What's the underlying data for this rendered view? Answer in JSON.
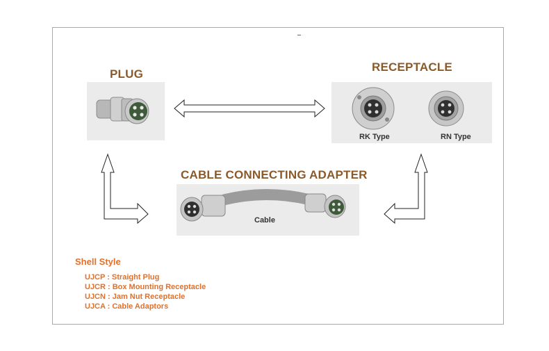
{
  "labels": {
    "plug": "PLUG",
    "receptacle": "RECEPTACLE",
    "adapter": "CABLE CONNECTING ADAPTER",
    "rk_type": "RK Type",
    "rn_type": "RN Type",
    "cable": "Cable"
  },
  "legend": {
    "title": "Shell Style",
    "items": [
      "UJCP : Straight Plug",
      "UJCR : Box Mounting Receptacle",
      "UJCN : Jam Nut Receptacle",
      "UJCA : Cable Adaptors"
    ]
  },
  "colors": {
    "title": "#8a5a2a",
    "legend": "#e0702a",
    "frame": "#a9a9a9",
    "photo_bg": "#ebebeb",
    "metal": "#c8c8c8",
    "insert_green": "#3f5a3a"
  }
}
